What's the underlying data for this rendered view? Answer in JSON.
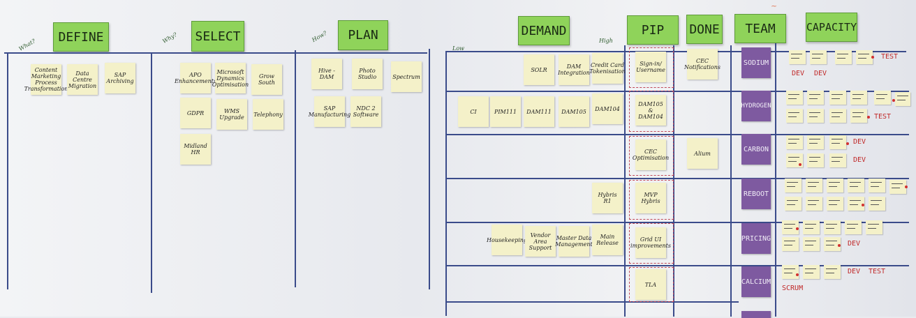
{
  "headers": {
    "define": "DEFINE",
    "select": "SELECT",
    "plan": "PLAN",
    "demand": "DEMAND",
    "pip": "PIP",
    "done": "DONE",
    "team": "TEAM",
    "capacity": "CAPACITY"
  },
  "side_labels": {
    "what": "What?",
    "why": "Why?",
    "how": "How?",
    "low": "Low",
    "high": "High"
  },
  "define_notes": [
    "Content Marketing Process Transformation",
    "Data Centre Migration",
    "SAP Archiving"
  ],
  "select_notes": [
    "APO Enhancements",
    "Microsoft Dynamics Optimisation",
    "Grow South",
    "GDPR",
    "WMS Upgrade",
    "Telephony",
    "Midland HR"
  ],
  "plan_notes": [
    "Hive - DAM",
    "Photo Studio",
    "Spectrum",
    "SAP Manufacturing",
    "NDC 2 Software"
  ],
  "demand_notes": [
    "SOLR",
    "DAM Integration",
    "Credit Card Tokenisation",
    "CI",
    "PIM111",
    "DAM111",
    "DAM105",
    "DAM104",
    "Hybris R1",
    "Housekeeping",
    "Vendor Area Support",
    "Master Data Management",
    "Main Release"
  ],
  "pip_notes": [
    "Sign-in/ Username",
    "DAM105 & DAM104",
    "CEC Optimisation",
    "MVP Hybris",
    "Grid UI improvements",
    "TLA"
  ],
  "done_notes": [
    "CEC Notifications",
    "Alium"
  ],
  "teams": [
    "SODIUM",
    "HYDROGEN",
    "CARBON",
    "REBOOT",
    "PRICING",
    "CALCIUM"
  ],
  "capacity_tags": {
    "dev": "DEV",
    "test": "TEST",
    "scrum": "SCRUM"
  },
  "colors": {
    "header_green": "#8fd35a",
    "team_purple": "#7e5aa0",
    "sticky_yellow": "#f4f1c9",
    "board_line": "#3a4b8a",
    "marker_red": "#c02828"
  }
}
